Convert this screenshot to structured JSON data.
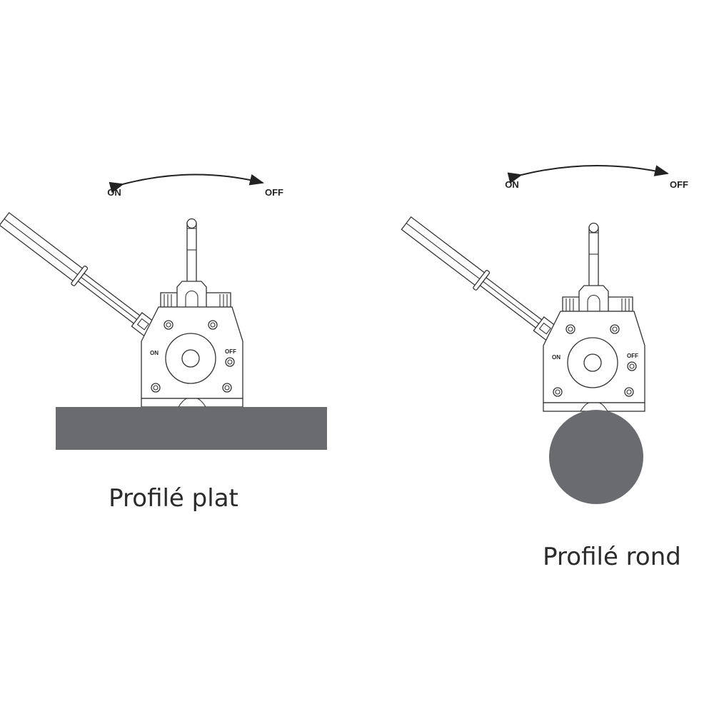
{
  "devices": [
    {
      "caption": "Profilé plat",
      "arrow_left": "ON",
      "arrow_right": "OFF",
      "body_on": "ON",
      "body_off": "OFF",
      "workpiece": "flat-plate"
    },
    {
      "caption": "Profilé rond",
      "arrow_left": "ON",
      "arrow_right": "OFF",
      "body_on": "ON",
      "body_off": "OFF",
      "workpiece": "round-bar"
    }
  ],
  "colors": {
    "workpiece": "#6a6b6e",
    "line": "#333333"
  }
}
